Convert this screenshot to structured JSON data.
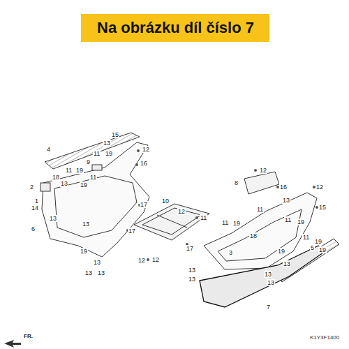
{
  "diagram": {
    "title": "Na obrázku díl číslo 7",
    "labels": [
      "15",
      "13",
      "12",
      "4",
      "11",
      "19",
      "9",
      "16",
      "18",
      "11",
      "19",
      "11",
      "2",
      "13",
      "19",
      "1",
      "14",
      "17",
      "10",
      "12",
      "12",
      "8",
      "16",
      "12",
      "13",
      "15",
      "11",
      "11",
      "13",
      "13",
      "6",
      "11",
      "19",
      "11",
      "19",
      "17",
      "18",
      "11",
      "19",
      "5",
      "17",
      "19",
      "3",
      "19",
      "19",
      "12",
      "12",
      "13",
      "13",
      "13",
      "13",
      "13",
      "13",
      "13",
      "13",
      "7",
      "FR.",
      "K1Y3F1400"
    ]
  }
}
